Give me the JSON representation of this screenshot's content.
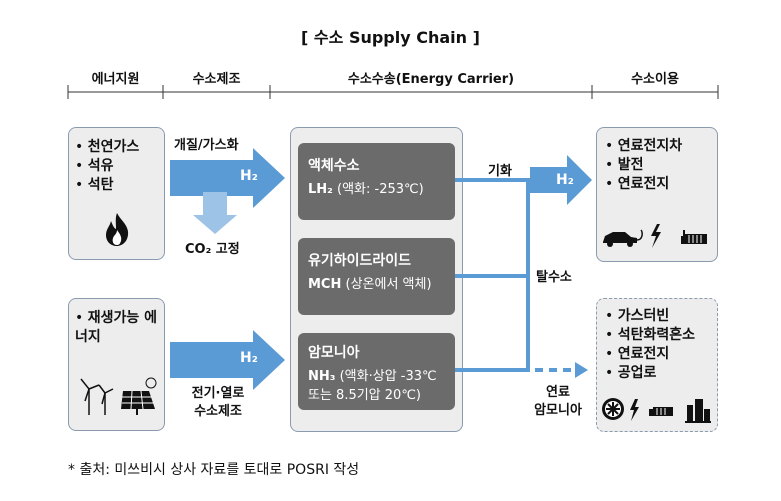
{
  "title": "[ 수소 Supply Chain ]",
  "headers": [
    "에너지원",
    "수소제조",
    "수소수송(Energy Carrier)",
    "수소이용"
  ],
  "source_boxes": [
    {
      "items": [
        "천연가스",
        "석유",
        "석탄"
      ],
      "icon": "flame-icon"
    },
    {
      "items": [
        "재생가능 에너지"
      ],
      "icons": [
        "wind-turbine-icon",
        "solar-panel-icon"
      ]
    }
  ],
  "production": {
    "top_label": "개질/가스화",
    "h2": "H₂",
    "co2": "CO₂ 고정",
    "bottom_label_1": "전기·열로",
    "bottom_label_2": "수소제조"
  },
  "carriers": [
    {
      "name": "액체수소",
      "formula": "LH₂",
      "desc": "(액화: -253℃)"
    },
    {
      "name": "유기하이드라이드",
      "formula": "MCH",
      "desc": "(상온에서 액체)"
    },
    {
      "name": "암모니아",
      "formula": "NH₃",
      "desc": "(액화·상압 -33℃",
      "desc2": "또는 8.5기압 20℃)"
    }
  ],
  "routes": {
    "gasify": "기화",
    "dehydro": "탈수소",
    "h2": "H₂",
    "fuel_ammonia_1": "연료",
    "fuel_ammonia_2": "암모니아"
  },
  "uses": [
    {
      "items": [
        "연료전지차",
        "발전",
        "연료전지"
      ],
      "icons": [
        "electric-car-icon",
        "lightning-icon",
        "fuel-cell-icon"
      ]
    },
    {
      "items": [
        "가스터빈",
        "석탄화력혼소",
        "연료전지",
        "공업로"
      ],
      "icons": [
        "turbine-icon",
        "lightning-icon",
        "fuel-cell-icon",
        "factory-icon"
      ]
    }
  ],
  "footnote": "* 출처: 미쓰비시 상사 자료를 토대로 POSRI 작성",
  "colors": {
    "arrow": "#5b9bd5",
    "arrow_light": "#9dc3e6",
    "carrier_box": "#6b6b6b",
    "panel": "#ededed"
  }
}
